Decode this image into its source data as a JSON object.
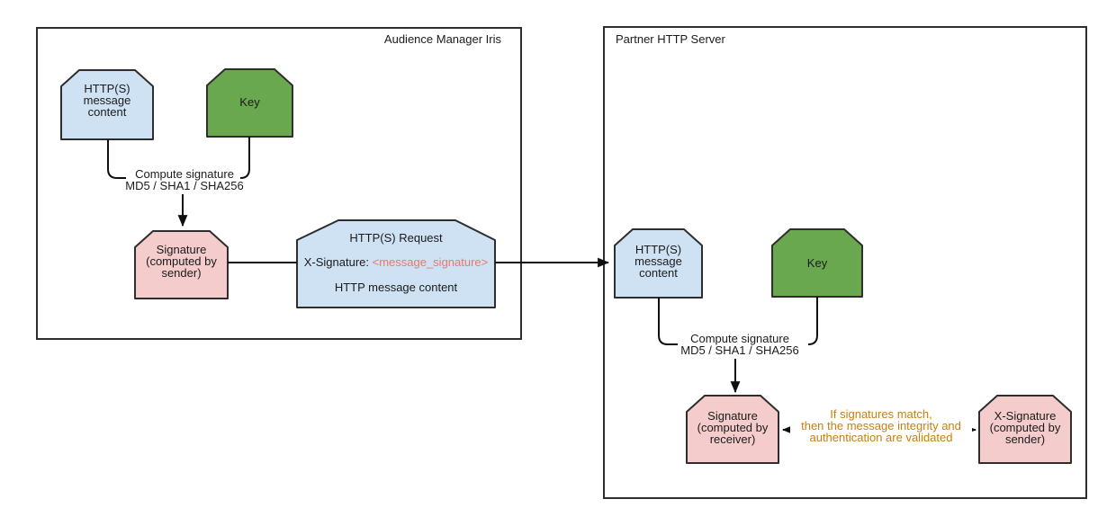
{
  "colors": {
    "shape_blue": "#cfe2f3",
    "shape_green": "#6aa84f",
    "shape_pink": "#f4cccc",
    "highlight_red": "#e8796a",
    "note_orange": "#c87f0e"
  },
  "sender": {
    "container_title": "Audience Manager Iris",
    "message_label": "HTTP(S)\nmessage\ncontent",
    "key_label": "Key",
    "compute_label": "Compute signature\nMD5 / SHA1 / SHA256",
    "signature_label": "Signature\n(computed by\nsender)",
    "request": {
      "title": "HTTP(S) Request",
      "header_name": "X-Signature: ",
      "header_value": "<message_signature>",
      "body": "HTTP message content"
    }
  },
  "receiver": {
    "container_title": "Partner HTTP Server",
    "message_label": "HTTP(S)\nmessage\ncontent",
    "key_label": "Key",
    "compute_label": "Compute signature\nMD5 / SHA1 / SHA256",
    "receiver_signature_label": "Signature\n(computed by\nreceiver)",
    "sender_signature_label": "X-Signature\n(computed by\nsender)",
    "match_note": "If signatures match,\nthen the message integrity and\nauthentication are validated"
  }
}
